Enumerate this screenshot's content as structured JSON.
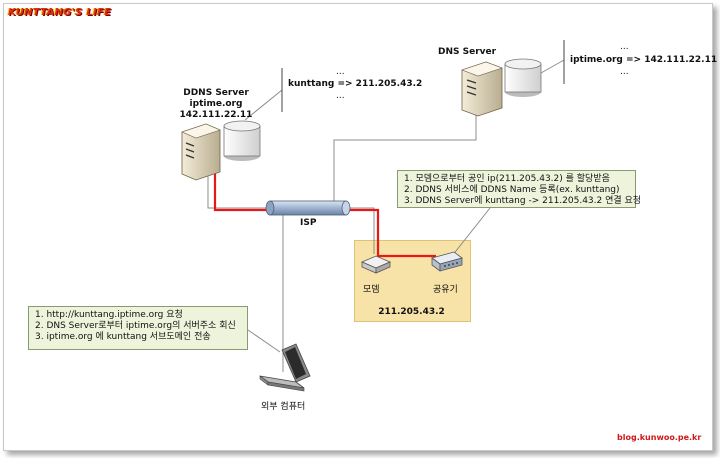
{
  "brand": "KUNTTANG'S LIFE",
  "footer_url": "blog.kunwoo.pe.kr",
  "ddns_server": {
    "title": "DDNS Server",
    "host": "iptime.org",
    "ip": "142.111.22.11",
    "records": [
      "...",
      "kunttang => 211.205.43.2",
      "..."
    ]
  },
  "dns_server": {
    "title": "DNS Server",
    "records": [
      "...",
      "iptime.org => 142.111.22.11",
      "..."
    ]
  },
  "isp_label": "ISP",
  "home_network": {
    "modem_label": "모뎀",
    "router_label": "공유기",
    "ip": "211.205.43.2"
  },
  "router_note": [
    "1. 모뎀으로부터 공인 ip(211.205.43.2) 를 할당받음",
    "2. DDNS 서비스에 DDNS Name 등록(ex. kunttang)",
    "3. DDNS Server에 kunttang -> 211.205.43.2 연결 요청"
  ],
  "client_note": [
    "1. http://kunttang.iptime.org 요청",
    "2. DNS Server로부터 iptime.org의 서버주소 회신",
    "3. iptime.org 에 kunttang 서브도메인 전송"
  ],
  "external_computer_label": "외부 컴퓨터",
  "colors": {
    "route": "#e81818",
    "note_bg": "#eef4dc",
    "lan_bg": "#f7e3a8",
    "brand": "#e03020"
  }
}
